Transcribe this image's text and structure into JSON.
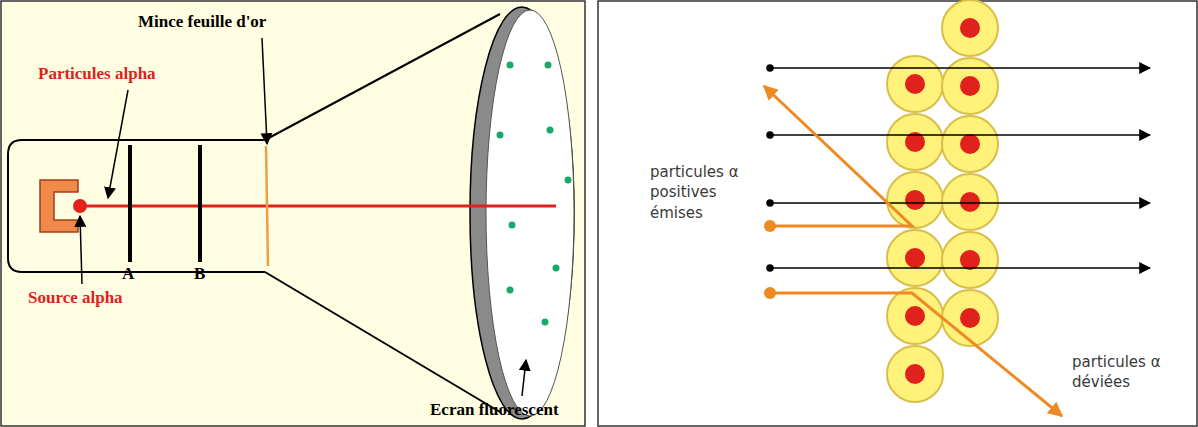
{
  "diagram": {
    "labels": [
      "Mince feuille d'or",
      "Particules alpha",
      "Source alpha",
      "A",
      "B",
      "Ecran fluorescent",
      "particules α positives émises",
      "particules α déviées"
    ]
  }
}
